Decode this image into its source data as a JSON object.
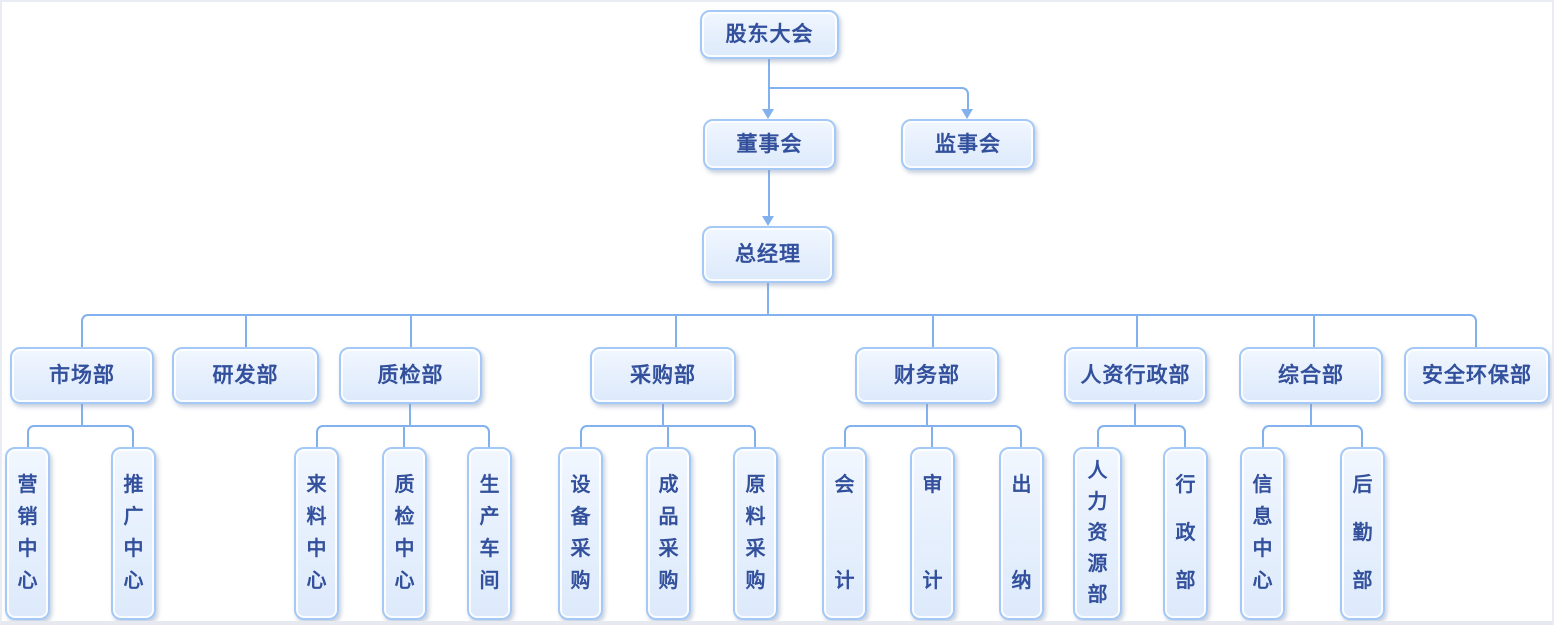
{
  "org": {
    "shareholders": {
      "label": "股东大会"
    },
    "board": {
      "label": "董事会"
    },
    "supervisory": {
      "label": "监事会"
    },
    "gm": {
      "label": "总经理"
    },
    "departments": [
      {
        "label": "市场部",
        "children": [
          "营销中心",
          "推广中心"
        ]
      },
      {
        "label": "研发部",
        "children": []
      },
      {
        "label": "质检部",
        "children": [
          "来料中心",
          "质检中心",
          "生产车间"
        ]
      },
      {
        "label": "采购部",
        "children": [
          "设备采购",
          "成品采购",
          "原料采购"
        ]
      },
      {
        "label": "财务部",
        "children": [
          "会计",
          "审计",
          "出纳"
        ]
      },
      {
        "label": "人资行政部",
        "children": [
          "人力资源部",
          "行政部"
        ]
      },
      {
        "label": "综合部",
        "children": [
          "信息中心",
          "后勤部"
        ]
      },
      {
        "label": "安全环保部",
        "children": []
      }
    ]
  },
  "colors": {
    "node_fill_top": "#f2f7fe",
    "node_fill_bottom": "#ddeafb",
    "node_border": "#a5c9f6",
    "connector": "#82b1ee",
    "text": "#32509c",
    "background": "#ffffff"
  }
}
